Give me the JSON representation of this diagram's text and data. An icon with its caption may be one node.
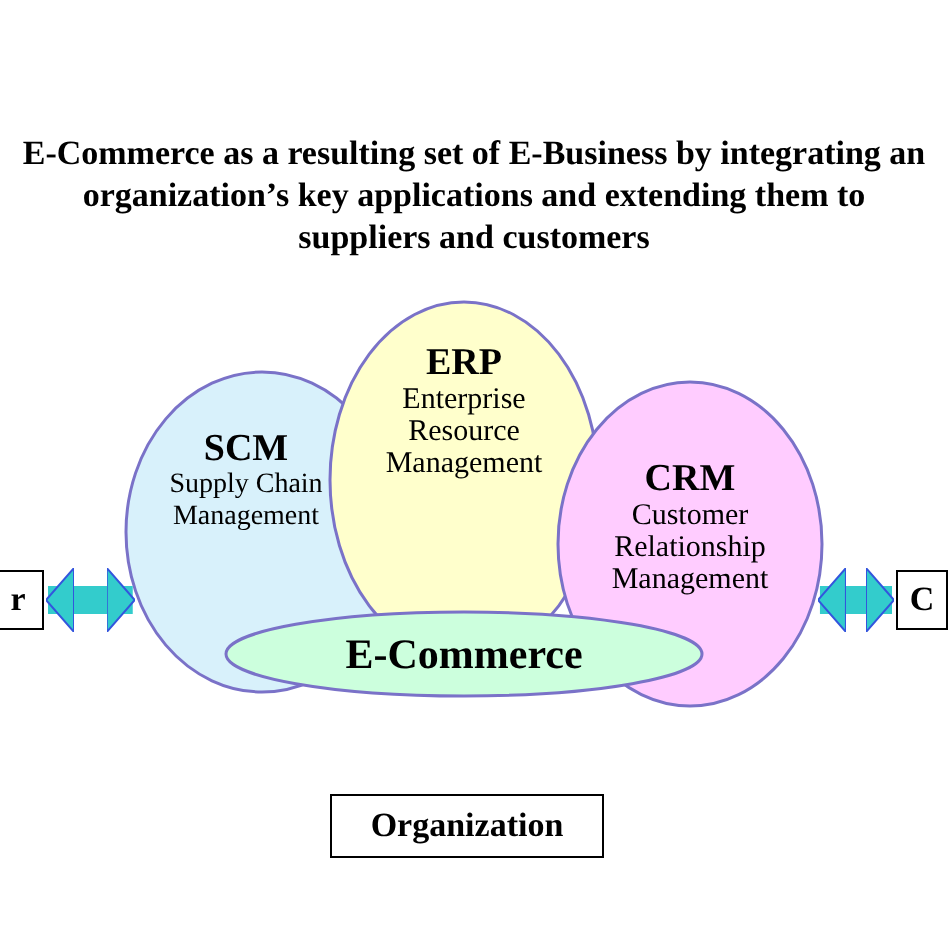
{
  "diagram": {
    "title": "E-Commerce as a resulting set of E-Business by integrating an organization’s key applications and extending them to suppliers and customers",
    "nodes": [
      {
        "text": [
          "r"
        ]
      },
      {
        "text": [
          "SCM",
          "Supply Chain Management"
        ]
      },
      {
        "text": [
          "ERP",
          "Enterprise Resource Management"
        ]
      },
      {
        "text": [
          "CRM",
          "Customer Relationship Management"
        ]
      },
      {
        "text": [
          "E-Commerce"
        ]
      },
      {
        "text": [
          "C"
        ]
      },
      {
        "text": [
          "Organization"
        ]
      }
    ],
    "edges": [
      {
        "from": 0,
        "to": 1,
        "arrow": "both"
      },
      {
        "from": 3,
        "to": 5,
        "arrow": "both"
      }
    ]
  }
}
